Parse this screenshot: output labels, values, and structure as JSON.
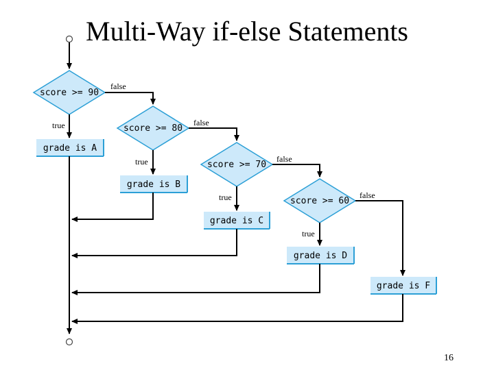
{
  "slide": {
    "title": "Multi-Way if-else Statements",
    "page_number": "16"
  },
  "flowchart": {
    "conditions": [
      "score >= 90",
      "score >= 80",
      "score >= 70",
      "score >= 60"
    ],
    "actions": [
      "grade is A",
      "grade is B",
      "grade is C",
      "grade is D",
      "grade is F"
    ],
    "true_label": "true",
    "false_label": "false"
  },
  "colors": {
    "shape_fill": "#cde9fa",
    "shape_stroke": "#2b9fd6",
    "arrow": "#000000"
  }
}
